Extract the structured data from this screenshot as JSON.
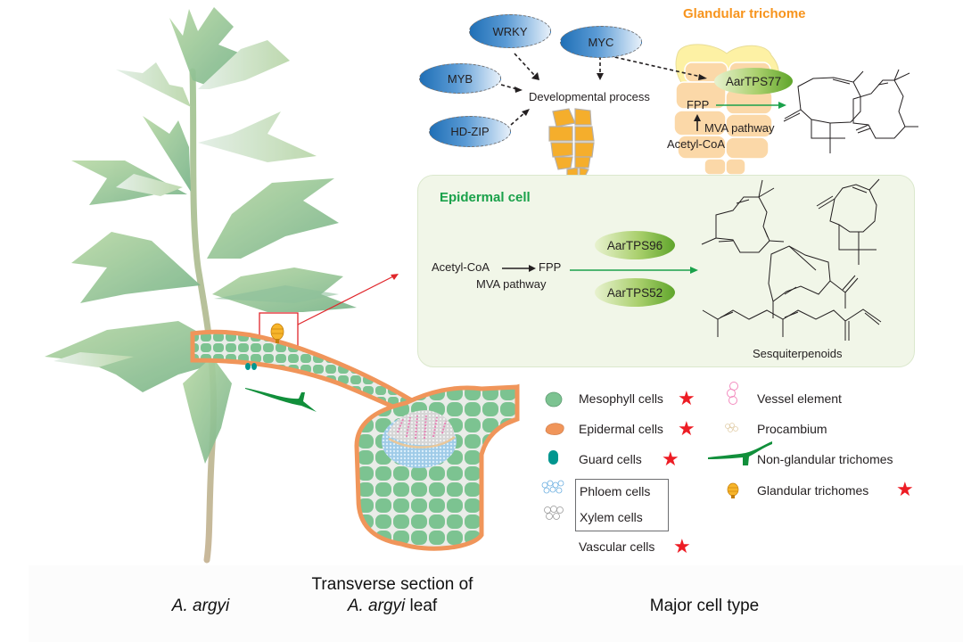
{
  "glandular": {
    "title": "Glandular trichome",
    "enzyme": "AarTPS77",
    "fpp": "FPP",
    "pathway": "MVA pathway",
    "precursor": "Acetyl-CoA"
  },
  "regulators": {
    "transcription_factors": [
      "WRKY",
      "MYC",
      "MYB",
      "HD-ZIP"
    ],
    "target": "Developmental process"
  },
  "epidermal": {
    "title": "Epidermal cell",
    "precursor": "Acetyl-CoA",
    "fpp": "FPP",
    "pathway": "MVA pathway",
    "enzymes": [
      "AarTPS96",
      "AarTPS52"
    ],
    "products_label": "Sesquiterpenoids"
  },
  "legend": {
    "items": [
      {
        "label": "Mesophyll cells",
        "icon": "mesophyll-cell-icon",
        "starred": true
      },
      {
        "label": "Epidermal cells",
        "icon": "epidermal-cell-icon",
        "starred": true
      },
      {
        "label": "Guard cells",
        "icon": "guard-cell-icon",
        "starred": true
      },
      {
        "label": "Phloem cells",
        "icon": "phloem-cell-icon",
        "starred": false
      },
      {
        "label": "Xylem cells",
        "icon": "xylem-cell-icon",
        "starred": false
      },
      {
        "label": "Vascular cells",
        "icon": "",
        "starred": true
      },
      {
        "label": "Vessel element",
        "icon": "vessel-element-icon",
        "starred": false
      },
      {
        "label": "Procambium",
        "icon": "procambium-icon",
        "starred": false
      },
      {
        "label": "Non-glandular trichomes",
        "icon": "non-glandular-trichome-icon",
        "starred": false
      },
      {
        "label": "Glandular trichomes",
        "icon": "glandular-trichome-icon",
        "starred": true
      }
    ],
    "star_symbol": "★"
  },
  "captions": {
    "plant": "A. argyi",
    "section_line1": "Transverse section of",
    "section_species": "A. argyi",
    "section_suffix": " leaf",
    "cell_type": "Major cell type"
  },
  "colors": {
    "glandular_title": "#f7941d",
    "epidermal_title": "#1aa14a",
    "star": "#ed1c24",
    "mesophyll": "#7cc391",
    "epidermal": "#f0955a",
    "guard": "#00968f",
    "pathway_arrow": "#1aa14a",
    "zoom_box": "#e0262b"
  }
}
